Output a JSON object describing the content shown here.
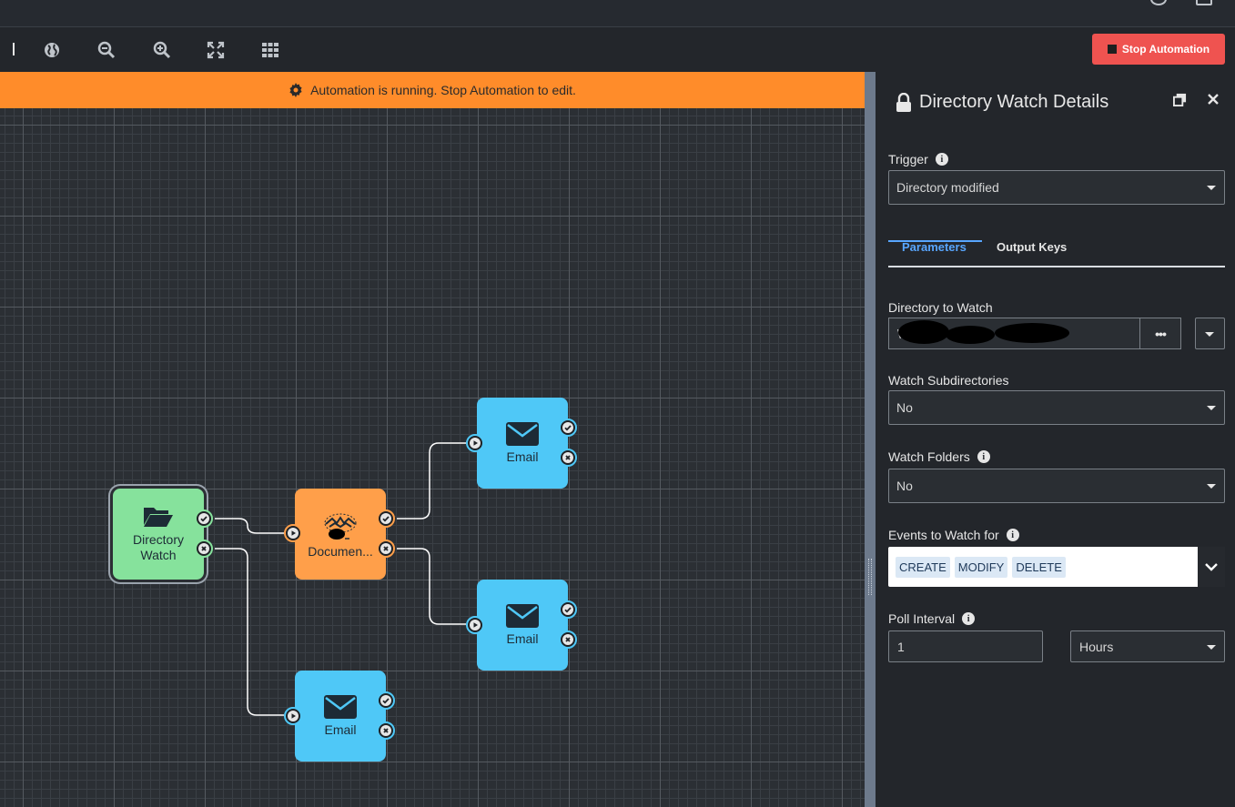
{
  "toolbar": {
    "icons": [
      "globe-icon",
      "zoom-out-icon",
      "zoom-in-icon",
      "fit-screen-icon",
      "grid-icon"
    ],
    "stop_label": "Stop Automation"
  },
  "banner": {
    "text": "Automation is running. Stop Automation to edit."
  },
  "nodes": {
    "directory_watch": {
      "label": "Directory Watch"
    },
    "document": {
      "label": "Documen..."
    },
    "email_top": {
      "label": "Email"
    },
    "email_mid": {
      "label": "Email"
    },
    "email_bottom": {
      "label": "Email"
    }
  },
  "colors": {
    "accent": "#ff8c2a",
    "stop": "#ef5350",
    "node_green": "#86e29c",
    "node_orange": "#ff9f4a",
    "node_blue": "#4fc8f7",
    "tab_active": "#58a6ff"
  },
  "panel": {
    "title": "Directory Watch Details",
    "trigger_label": "Trigger",
    "trigger_value": "Directory modified",
    "tabs": [
      "Parameters",
      "Output Keys"
    ],
    "directory_label": "Directory to Watch",
    "directory_value": "\\",
    "browse_label": "•••",
    "watch_subdirs_label": "Watch Subdirectories",
    "watch_subdirs_value": "No",
    "watch_folders_label": "Watch Folders",
    "watch_folders_value": "No",
    "events_label": "Events to Watch for",
    "events": [
      "CREATE",
      "MODIFY",
      "DELETE"
    ],
    "poll_label": "Poll Interval",
    "poll_value": "1",
    "poll_unit": "Hours"
  }
}
